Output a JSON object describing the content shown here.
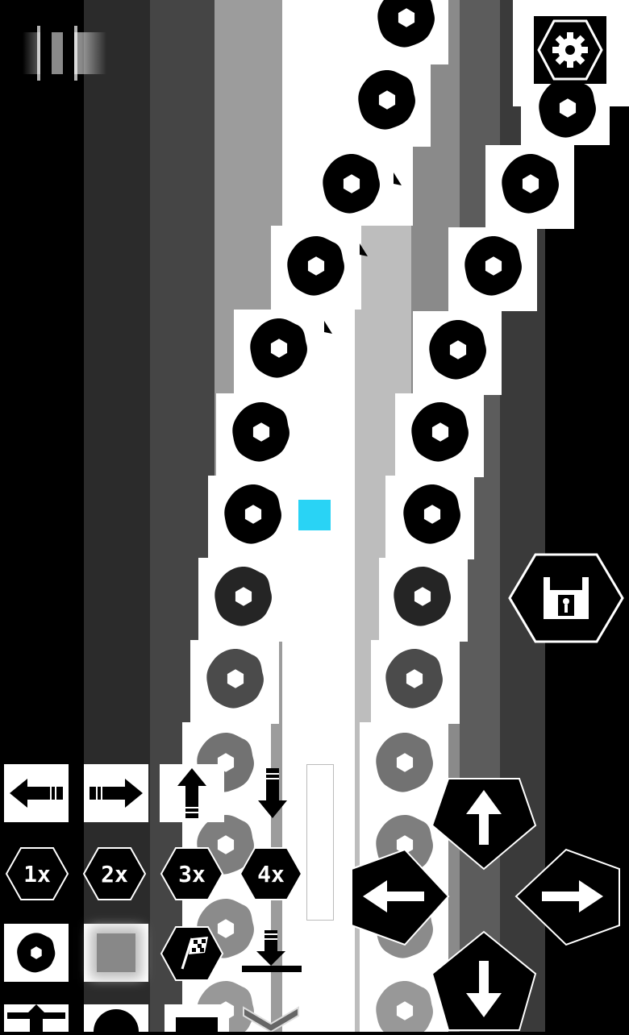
{
  "hud": {
    "pause_icon": "pause-icon",
    "settings_icon": "gear-icon",
    "save_icon": "floppy-disk-icon"
  },
  "player": {
    "color": "#29d3f5"
  },
  "palette": {
    "stripe_colors": [
      "#000000",
      "#2b2b2b",
      "#444444",
      "#6a6a6a",
      "#9a9a9a",
      "#c8c8c8",
      "#ffffff",
      "#d0d0d0",
      "#8e8e8e",
      "#5c5c5c",
      "#3a3a3a",
      "#000000"
    ]
  },
  "editor": {
    "arrow_tools": [
      "arrow-left-icon",
      "arrow-right-icon",
      "arrow-up-icon",
      "arrow-down-icon"
    ],
    "speed_buttons": [
      "1x",
      "2x",
      "3x",
      "4x"
    ],
    "block_tools": [
      "gear-block-icon",
      "blur-block-icon",
      "checkered-flag-icon",
      "drop-arrow-icon"
    ],
    "bottom_tools": [
      "ceiling-arrow-icon",
      "semicircle-icon",
      "rectangle-icon",
      "chevron-down-icon"
    ]
  },
  "dpad": {
    "up": "arrow-up-icon",
    "left": "arrow-left-icon",
    "right": "arrow-right-icon",
    "down": "arrow-down-icon"
  }
}
